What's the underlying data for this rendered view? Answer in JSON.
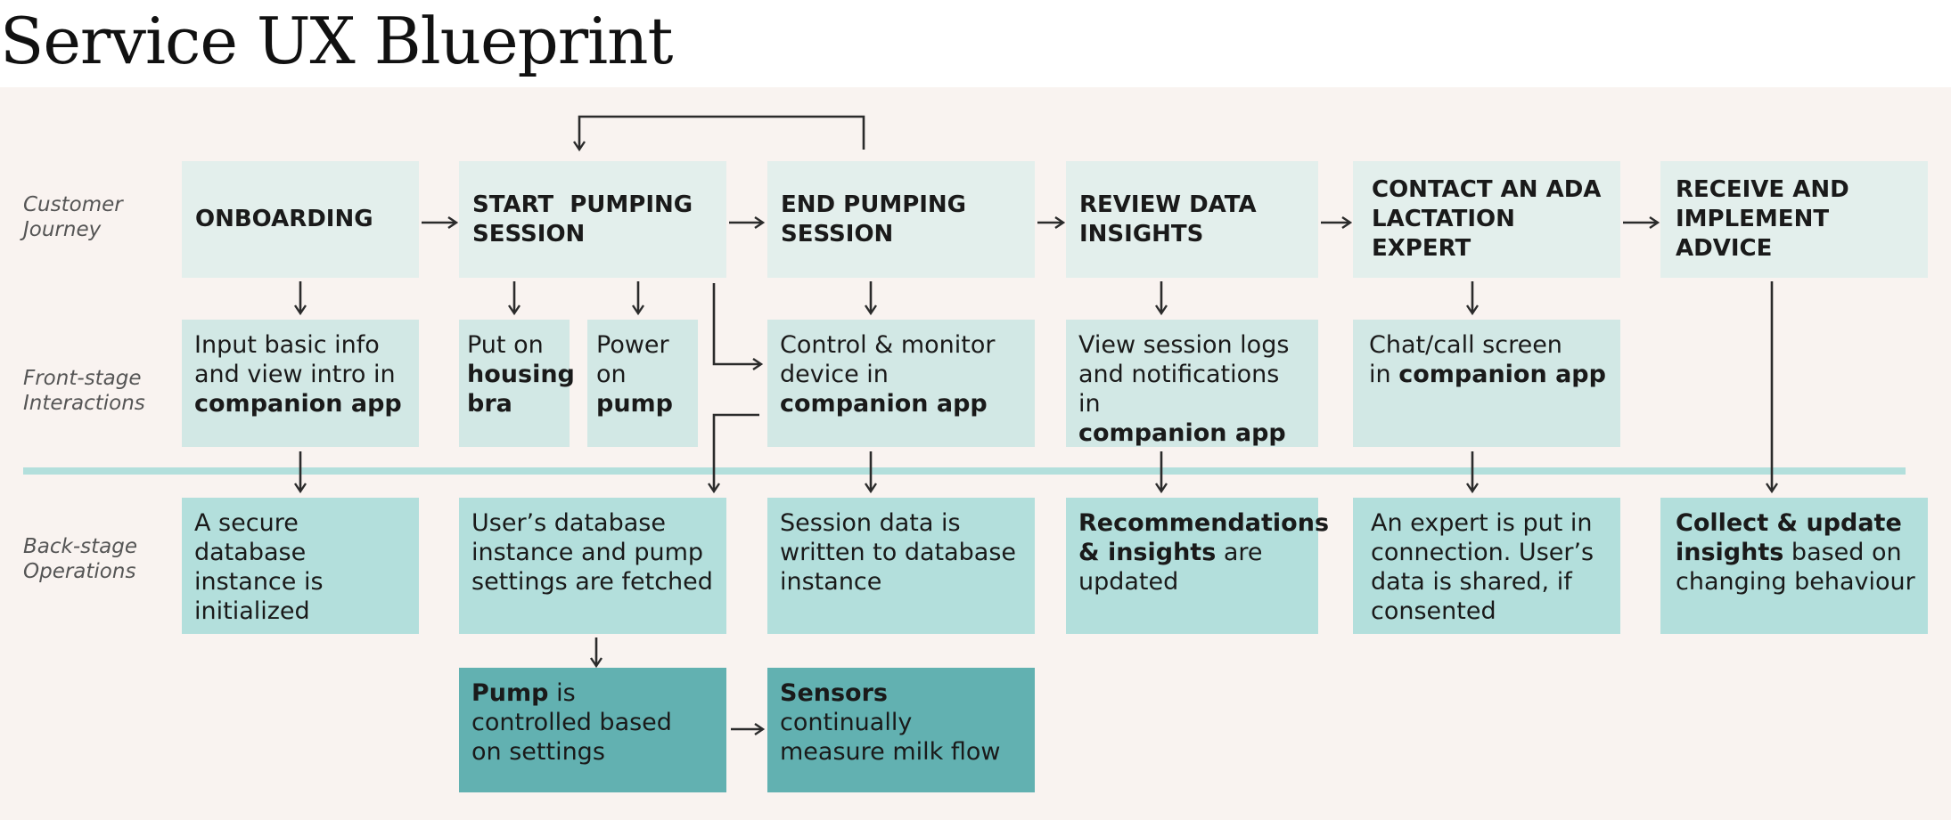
{
  "title": "Service UX Blueprint",
  "rows": {
    "journey": [
      "Customer",
      "Journey"
    ],
    "front": [
      "Front-stage",
      "Interactions"
    ],
    "back": [
      "Back-stage",
      "Operations"
    ]
  },
  "journey": [
    {
      "lines": [
        "ONBOARDING"
      ]
    },
    {
      "lines": [
        "START  PUMPING",
        "SESSION"
      ]
    },
    {
      "lines": [
        "END PUMPING",
        "SESSION"
      ]
    },
    {
      "lines": [
        "REVIEW DATA",
        "INSIGHTS"
      ]
    },
    {
      "lines": [
        "CONTACT AN ADA",
        "LACTATION EXPERT"
      ]
    },
    {
      "lines": [
        "RECEIVE AND",
        "IMPLEMENT ADVICE"
      ]
    }
  ],
  "front": [
    {
      "lines": [
        [
          "Input basic info",
          ""
        ],
        [
          "and view intro in",
          ""
        ],
        [
          "",
          "companion app"
        ]
      ]
    },
    {
      "lines": [
        [
          "Put on",
          ""
        ],
        [
          "",
          "housing"
        ],
        [
          "",
          "bra"
        ]
      ]
    },
    {
      "lines": [
        [
          "Power",
          ""
        ],
        [
          "on",
          ""
        ],
        [
          "",
          "pump"
        ]
      ]
    },
    {
      "lines": [
        [
          "Control & monitor",
          ""
        ],
        [
          "device in",
          ""
        ],
        [
          "",
          "companion app"
        ]
      ]
    },
    {
      "lines": [
        [
          "View session logs",
          ""
        ],
        [
          "and notifications in",
          ""
        ],
        [
          "",
          "companion app"
        ]
      ]
    },
    {
      "lines": [
        [
          "Chat/call screen",
          ""
        ],
        [
          "in ",
          "companion app"
        ]
      ]
    }
  ],
  "back": [
    {
      "lines": [
        [
          "A secure database",
          ""
        ],
        [
          "instance is",
          ""
        ],
        [
          "initialized",
          ""
        ]
      ]
    },
    {
      "lines": [
        [
          "User’s database",
          ""
        ],
        [
          "instance and pump",
          ""
        ],
        [
          "settings are fetched",
          ""
        ]
      ]
    },
    {
      "lines": [
        [
          "Session data is",
          ""
        ],
        [
          "written to database",
          ""
        ],
        [
          "instance",
          ""
        ]
      ]
    },
    {
      "lines": [
        [
          "",
          "Recommendations"
        ],
        [
          "",
          "& insights",
          " are"
        ],
        [
          "updated",
          ""
        ]
      ]
    },
    {
      "lines": [
        [
          "An expert is put in",
          ""
        ],
        [
          "connection. User’s",
          ""
        ],
        [
          "data is shared, if",
          ""
        ],
        [
          "consented",
          ""
        ]
      ]
    },
    {
      "lines": [
        [
          "",
          "Collect & update"
        ],
        [
          "",
          "insights",
          " based on"
        ],
        [
          "changing behaviour",
          ""
        ]
      ]
    }
  ],
  "deep": [
    {
      "lines": [
        [
          "",
          "Pump",
          " is"
        ],
        [
          "controlled based",
          ""
        ],
        [
          "on settings",
          ""
        ]
      ]
    },
    {
      "lines": [
        [
          "",
          "Sensors",
          " continually"
        ],
        [
          "measure milk flow",
          ""
        ]
      ]
    }
  ],
  "colors": {
    "journey_bg": "#e3efec",
    "front_bg": "#d2e8e5",
    "back_bg": "#b3dfdc",
    "deep_bg": "#62b1b1",
    "canvas_bg": "#f9f3f0",
    "line": "#2b2b2b"
  }
}
